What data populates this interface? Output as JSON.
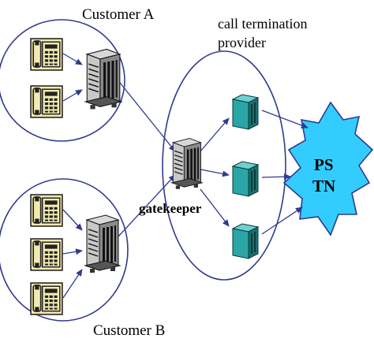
{
  "labels": {
    "customer_a": "Customer A",
    "customer_b": "Customer B",
    "provider_line1": "call termination",
    "provider_line2": "provider",
    "gatekeeper": "gatekeeper",
    "pstn_line1": "PS",
    "pstn_line2": "TN"
  },
  "colors": {
    "outline": "#303a8f",
    "phone_fill": "#f2eab0",
    "server_fill": "#a8a8a8",
    "gateway_fill": "#2aa6a6",
    "pstn_fill": "#33ccff"
  },
  "icons": {
    "phone": "telephone-icon",
    "server": "server-tower-icon",
    "gateway": "gateway-box-icon",
    "cloud": "pstn-starburst"
  }
}
